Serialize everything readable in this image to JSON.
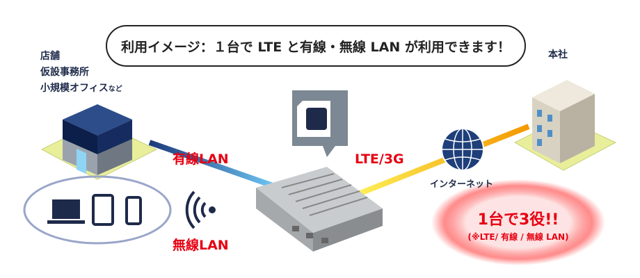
{
  "banner": {
    "text": "利用イメージ：１台で LTE と有線・無線 LAN が利用できます！"
  },
  "branch_labels": [
    "店舗",
    "仮設事務所",
    "小規模オフィス"
  ],
  "branch_suffix": "など",
  "hq_label": "本社",
  "wired_label": "有線LAN",
  "wireless_label": "無線LAN",
  "lte_label": "LTE/3G",
  "internet_label": "インターネット",
  "callout": {
    "title": "1台で3役!!",
    "subtitle": "(※LTE/ 有線 / 無線 LAN)"
  },
  "colors": {
    "accent": "#e60012",
    "navy": "#1e2a4a",
    "wired_line": "#3a7fd0",
    "lte_line": "#f39800"
  }
}
